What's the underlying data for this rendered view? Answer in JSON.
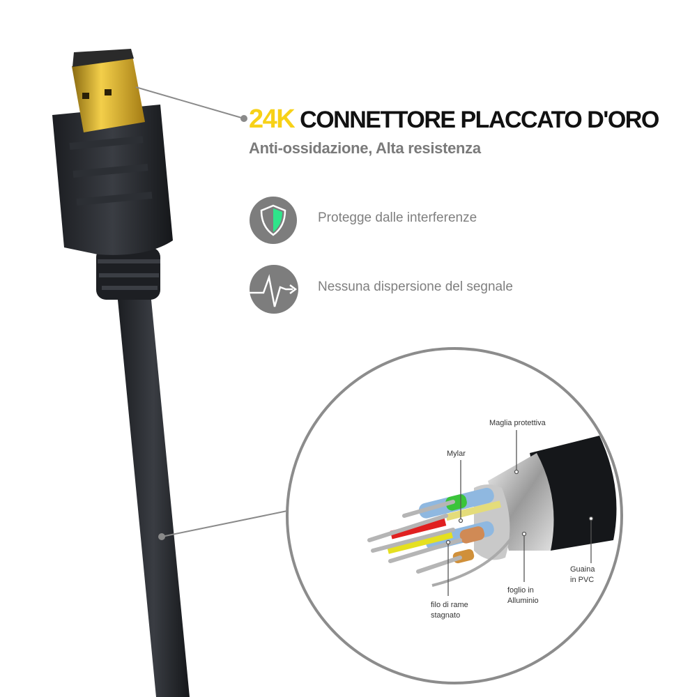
{
  "headline": {
    "highlight": "24K",
    "text": "CONNETTORE PLACCATO D'ORO"
  },
  "subtitle": "Anti-ossidazione, Alta resistenza",
  "features": [
    {
      "icon": "shield-icon",
      "text": "Protegge dalle interferenze"
    },
    {
      "icon": "signal-wave-icon",
      "text": "Nessuna dispersione del segnale"
    }
  ],
  "cable_labels": {
    "braid": "Maglia protettiva",
    "mylar": "Mylar",
    "copper_1": "filo di rame",
    "copper_2": "stagnato",
    "foil_1": "foglio in",
    "foil_2": "Alluminio",
    "jacket_1": "Guaina",
    "jacket_2": "in PVC"
  },
  "colors": {
    "gold": "#f7d117",
    "icon_bg": "#7d7d7d",
    "shield_green": "#2ee58a"
  }
}
